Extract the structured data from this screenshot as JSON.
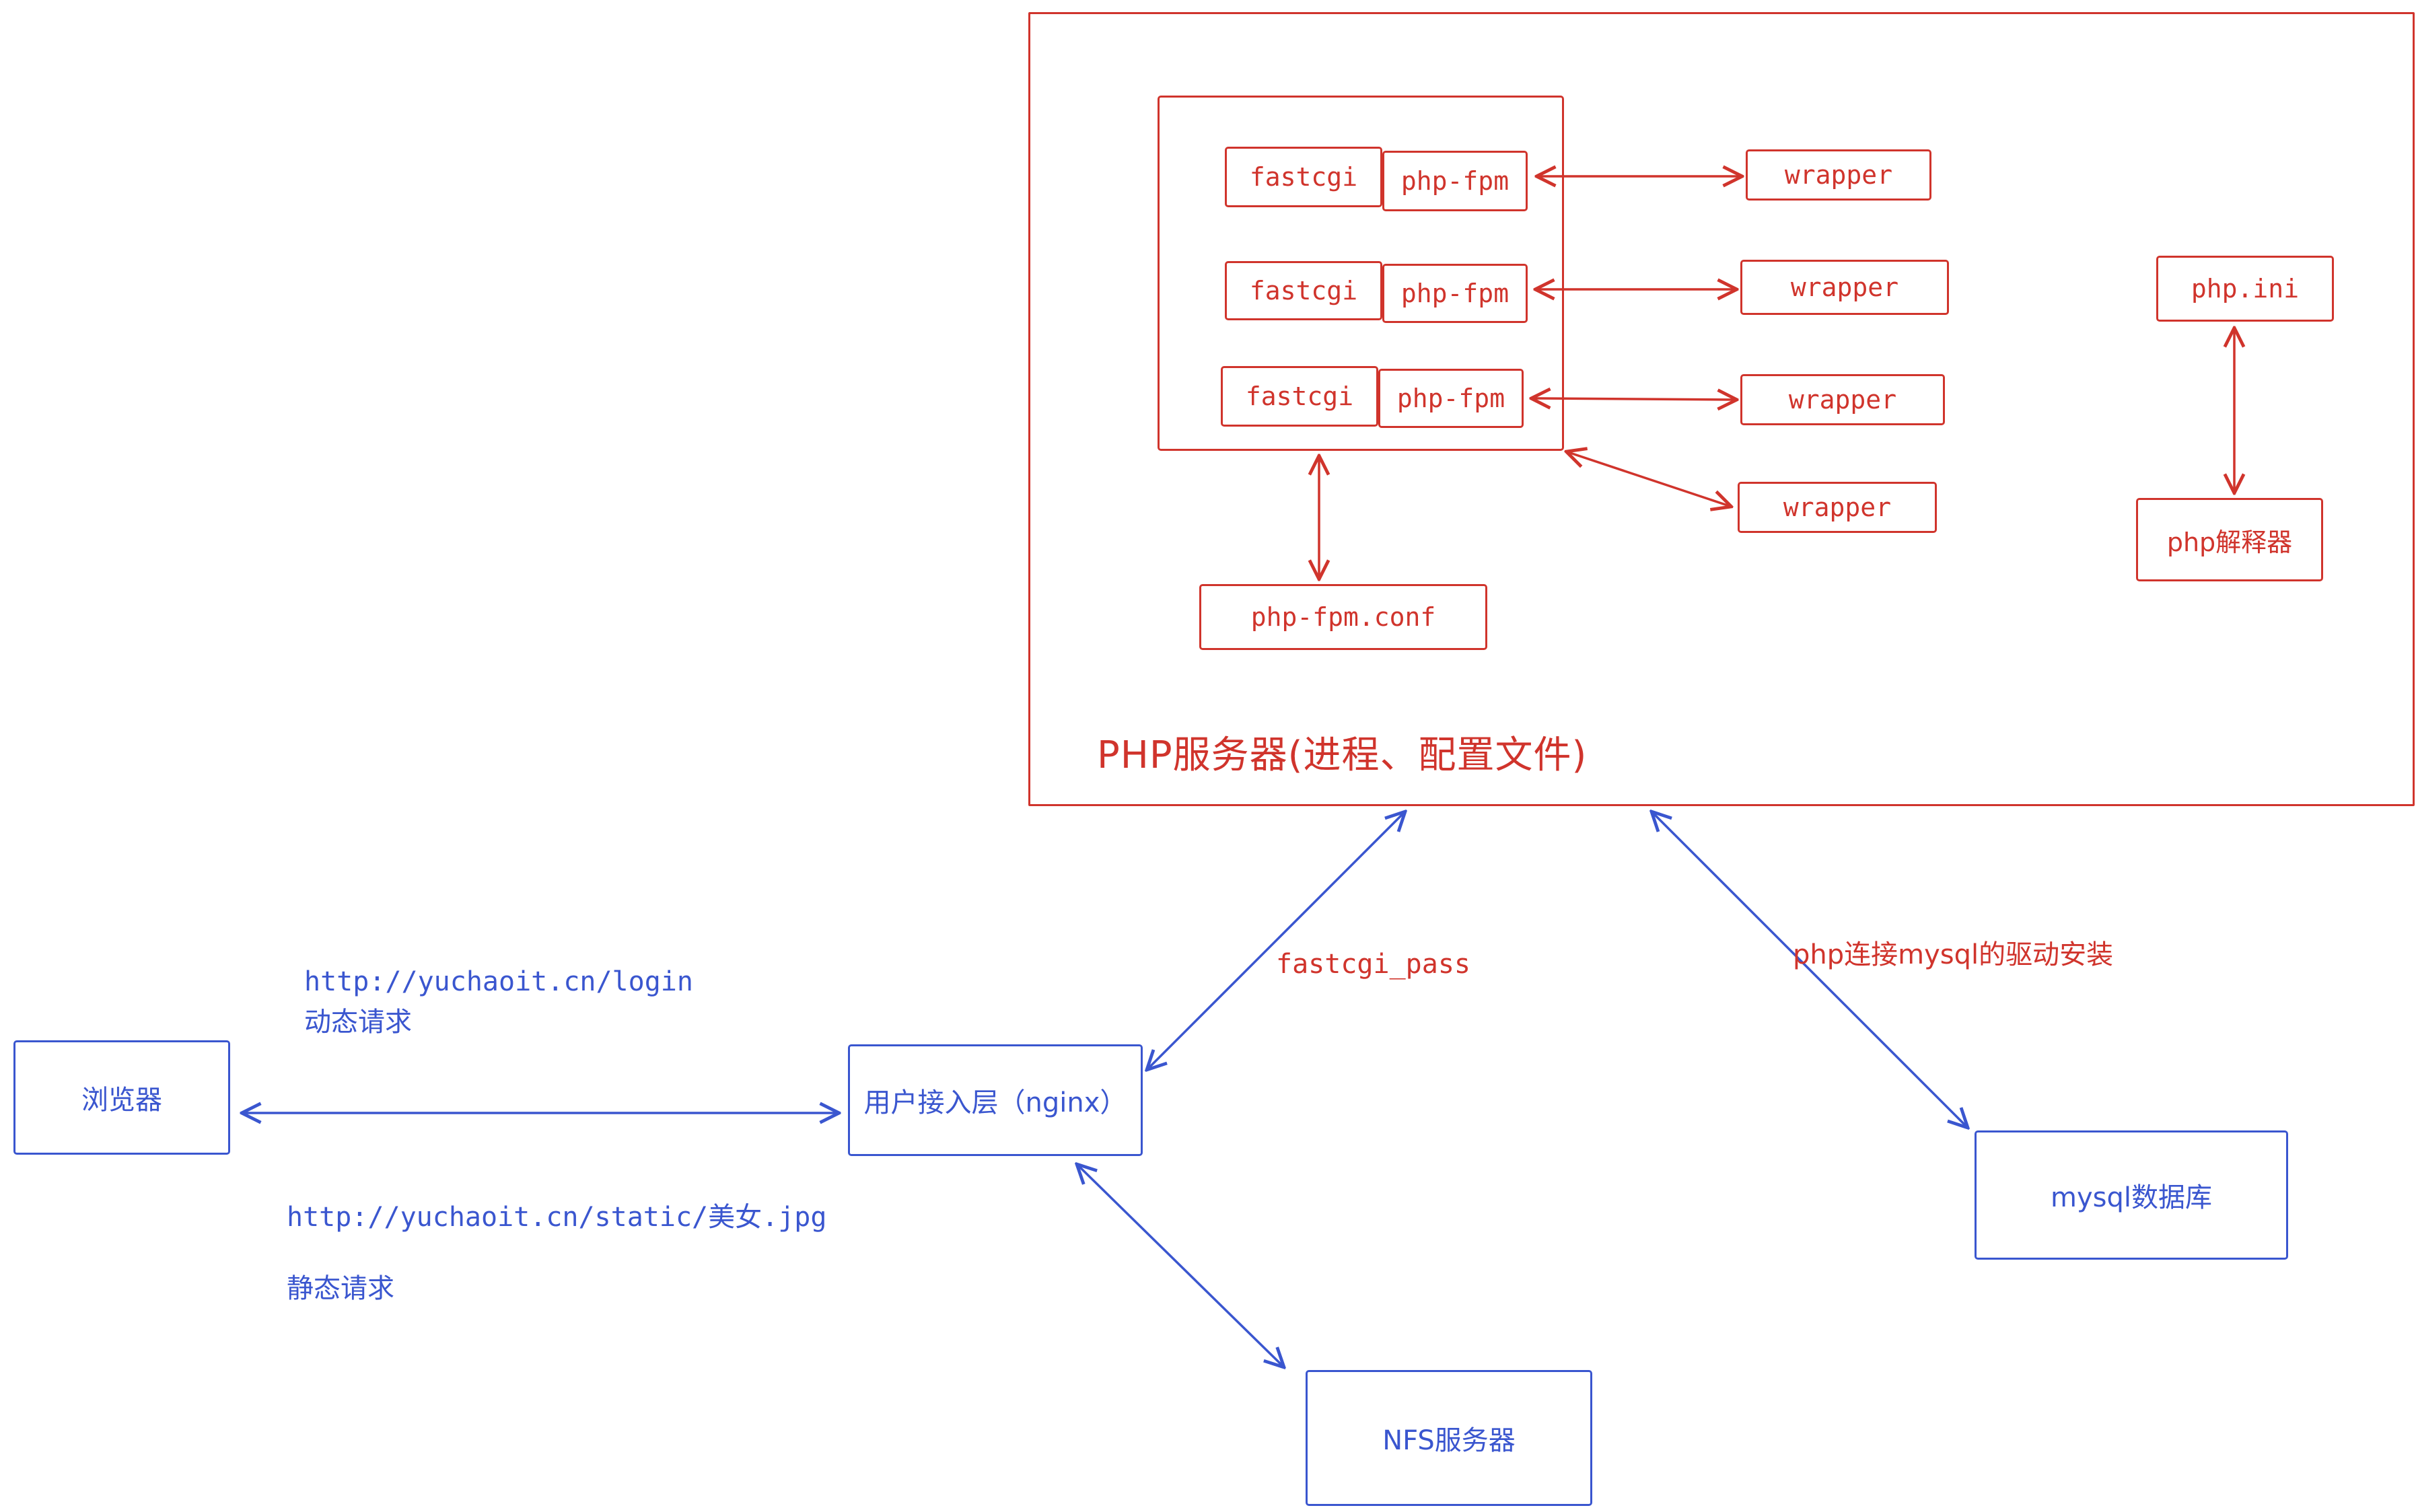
{
  "title": "PHP服务器(进程、配置文件)",
  "php_server": {
    "rows": [
      {
        "fastcgi": "fastcgi",
        "php_fpm": "php-fpm"
      },
      {
        "fastcgi": "fastcgi",
        "php_fpm": "php-fpm"
      },
      {
        "fastcgi": "fastcgi",
        "php_fpm": "php-fpm"
      }
    ],
    "wrappers": [
      "wrapper",
      "wrapper",
      "wrapper",
      "wrapper"
    ],
    "php_ini": "php.ini",
    "php_interpreter": "php解释器",
    "php_fpm_conf": "php-fpm.conf"
  },
  "nodes": {
    "browser": "浏览器",
    "nginx": "用户接入层（nginx）",
    "nfs": "NFS服务器",
    "mysql": "mysql数据库"
  },
  "edge_labels": {
    "login_url": "http://yuchaoit.cn/login",
    "dynamic_request": "动态请求",
    "static_url": "http://yuchaoit.cn/static/美女.jpg",
    "static_request": "静态请求",
    "fastcgi_pass": "fastcgi_pass",
    "mysql_driver": "php连接mysql的驱动安装"
  },
  "colors": {
    "red": "#d0342c",
    "blue": "#3a56cf"
  }
}
